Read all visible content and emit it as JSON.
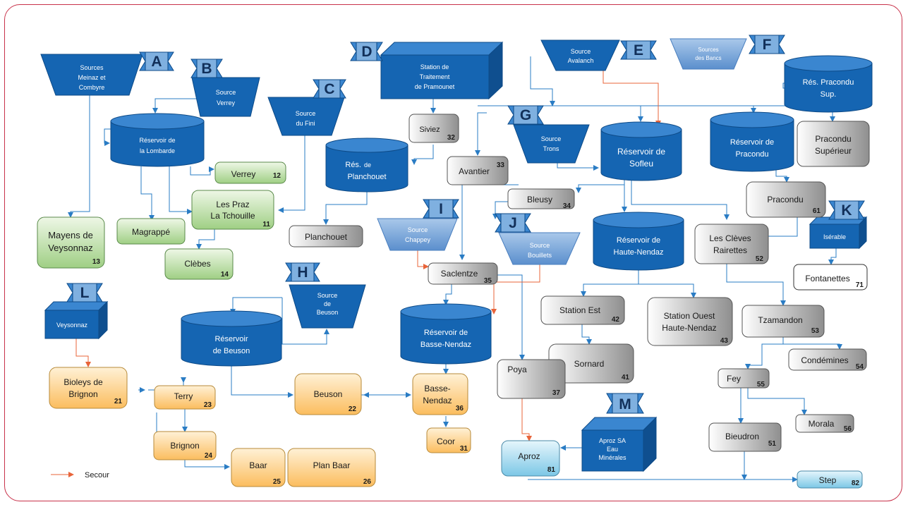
{
  "diagram": {
    "sources": {
      "meinaz": {
        "line1": "Sources",
        "line2": "Meinaz et",
        "line3": "Combyre",
        "letter": "A"
      },
      "verrey": {
        "line1": "Source",
        "line2": "Verrey",
        "letter": "B"
      },
      "fini": {
        "line1": "Source",
        "line2": "du Fini",
        "letter": "C"
      },
      "avalanch": {
        "line1": "Source",
        "line2": "Avalanch",
        "letter": "E"
      },
      "bancs": {
        "line1": "Sources",
        "line2": "des Bancs",
        "letter": "F"
      },
      "trons": {
        "line1": "Source",
        "line2": "Trons",
        "letter": "G"
      },
      "beuson": {
        "line1": "Source",
        "line2": "de",
        "line3": "Beuson",
        "letter": "H"
      },
      "chappey": {
        "line1": "Source",
        "line2": "Chappey",
        "letter": "I"
      },
      "bouillets": {
        "line1": "Source",
        "line2": "Bouillets",
        "letter": "J"
      }
    },
    "boxes": {
      "station_traitement": {
        "line1": "Station de",
        "line2": "Traitement",
        "line3": "de Pramounet",
        "letter": "D"
      },
      "iserable": {
        "label": "Isérable",
        "letter": "K"
      },
      "veysonnaz": {
        "label": "Veysonnaz",
        "letter": "L"
      },
      "aproz_sa": {
        "line1": "Aproz  SA",
        "line2": "Eau",
        "line3": "Minérales",
        "letter": "M"
      }
    },
    "reservoirs": {
      "lombarde": {
        "line1": "Réservoir de",
        "line2": "la Lombarde"
      },
      "planchouet": {
        "line1a": "Rés.",
        "line1b": "de",
        "line2": "Planchouet"
      },
      "sofleu": {
        "line1": "Réservoir de",
        "line2": "Sofleu"
      },
      "pracondu": {
        "line1": "Réservoir de",
        "line2": "Pracondu"
      },
      "pracondu_sup": {
        "line1": "Rés. Pracondu",
        "line2": "Sup."
      },
      "haute_nendaz": {
        "line1": "Réservoir de",
        "line2": "Haute-Nendaz"
      },
      "basse_nendaz": {
        "line1": "Réservoir  de",
        "line2": "Basse-Nendaz"
      },
      "beuson": {
        "line1": "Réservoir",
        "line2": "de Beuson"
      }
    },
    "nodes": {
      "siviez": {
        "label": "Siviez",
        "num": "32"
      },
      "avantier": {
        "label": "Avantier",
        "num": "33"
      },
      "verrey": {
        "label": "Verrey",
        "num": "12"
      },
      "les_praz": {
        "line1": "Les Praz",
        "line2": "La Tchouille",
        "num": "11"
      },
      "magrappe": {
        "label": "Magrappé"
      },
      "mayens": {
        "line1": "Mayens de",
        "line2": "Veysonnaz",
        "num": "13"
      },
      "clebes": {
        "label": "Clèbes",
        "num": "14"
      },
      "planchouet": {
        "label": "Planchouet"
      },
      "pracondu_superieur": {
        "line1": "Pracondu",
        "line2": "Supérieur"
      },
      "pracondu": {
        "label": "Pracondu",
        "num": "61"
      },
      "bleusy": {
        "label": "Bleusy",
        "num": "34"
      },
      "les_cleves": {
        "line1": "Les Clèves",
        "line2": "Rairettes",
        "num": "52"
      },
      "fontanettes": {
        "label": "Fontanettes",
        "num": "71"
      },
      "saclentze": {
        "label": "Saclentze",
        "num": "35"
      },
      "station_est": {
        "label": "Station Est",
        "num": "42"
      },
      "station_ouest": {
        "line1": "Station Ouest",
        "line2": "Haute-Nendaz",
        "num": "43"
      },
      "tzamandon": {
        "label": "Tzamandon",
        "num": "53"
      },
      "sornard": {
        "label": "Sornard",
        "num": "41"
      },
      "condemines": {
        "label": "Condémines",
        "num": "54"
      },
      "fey": {
        "label": "Fey",
        "num": "55"
      },
      "morala": {
        "label": "Morala",
        "num": "56"
      },
      "bieudron": {
        "label": "Bieudron",
        "num": "51"
      },
      "poya": {
        "label": "Poya",
        "num": "37"
      },
      "bioleys": {
        "line1": "Bioleys de",
        "line2": "Brignon",
        "num": "21"
      },
      "terry": {
        "label": "Terry",
        "num": "23"
      },
      "beuson": {
        "label": "Beuson",
        "num": "22"
      },
      "basse_nendaz": {
        "line1": "Basse-",
        "line2": "Nendaz",
        "num": "36"
      },
      "coor": {
        "label": "Coor",
        "num": "31"
      },
      "brignon": {
        "label": "Brignon",
        "num": "24"
      },
      "baar": {
        "label": "Baar",
        "num": "25"
      },
      "plan_baar": {
        "label": "Plan Baar",
        "num": "26"
      },
      "aproz": {
        "label": "Aproz",
        "num": "81"
      },
      "step": {
        "label": "Step",
        "num": "82"
      }
    },
    "legend": {
      "label": "Secour"
    },
    "colors": {
      "blue": "#1565b2",
      "light_blue": "#7aa9d8",
      "green": "#b9dca0",
      "orange": "#fcc77a",
      "gray": "#a9a9a9",
      "aqua": "#8fd0ea",
      "flow_line": "#2a7cc4",
      "backup_line": "#e8643a",
      "frame": "#c8324a"
    }
  }
}
